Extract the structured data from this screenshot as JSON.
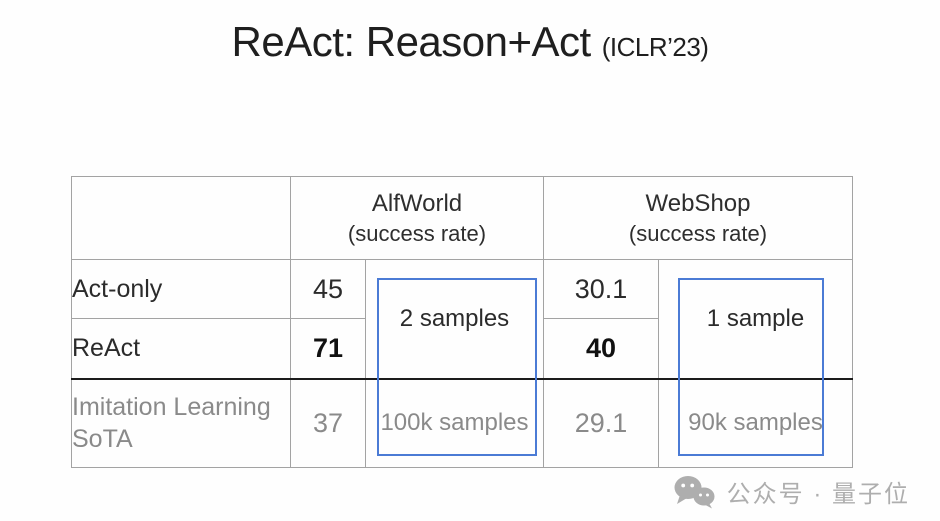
{
  "title": {
    "main": "ReAct: Reason+Act",
    "venue": "(ICLR’23)"
  },
  "table": {
    "col_groups": [
      {
        "name": "AlfWorld",
        "sub": "(success rate)"
      },
      {
        "name": "WebShop",
        "sub": "(success rate)"
      }
    ],
    "rows": [
      {
        "label": "Act-only",
        "alfworld": "45",
        "webshop": "30.1"
      },
      {
        "label": "ReAct",
        "alfworld": "71",
        "webshop": "40"
      },
      {
        "label": "Imitation Learning SoTA",
        "alfworld": "37",
        "webshop": "29.1"
      }
    ],
    "annotations": {
      "alfworld_fewshot": "2 samples",
      "alfworld_il": "100k samples",
      "webshop_fewshot": "1 sample",
      "webshop_il": "90k samples"
    }
  },
  "watermark": {
    "text": "公众号 · 量子位"
  },
  "colors": {
    "annotation_box": "#4b7bd5",
    "grid_line": "#a3a3a3",
    "separator_line": "#1c1c1c",
    "dark_text": "#2b2b2b",
    "muted_text": "#8a8a8a",
    "watermark_text": "#aeaeae"
  }
}
